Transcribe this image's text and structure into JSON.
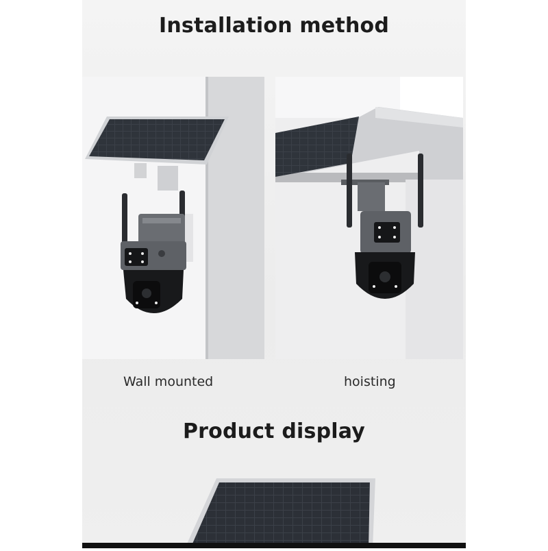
{
  "sections": {
    "installation_title": "Installation method",
    "product_title": "Product display"
  },
  "images": [
    {
      "caption": "Wall mounted",
      "icon": "wall-mounted-camera-photo"
    },
    {
      "caption": "hoisting",
      "icon": "hoisting-camera-photo"
    }
  ],
  "colors": {
    "background": "#ececec",
    "heading_text": "#1c1c1c",
    "solar_panel": "#3a3f46",
    "camera_body": "#5e6166",
    "camera_dome": "#151618"
  }
}
